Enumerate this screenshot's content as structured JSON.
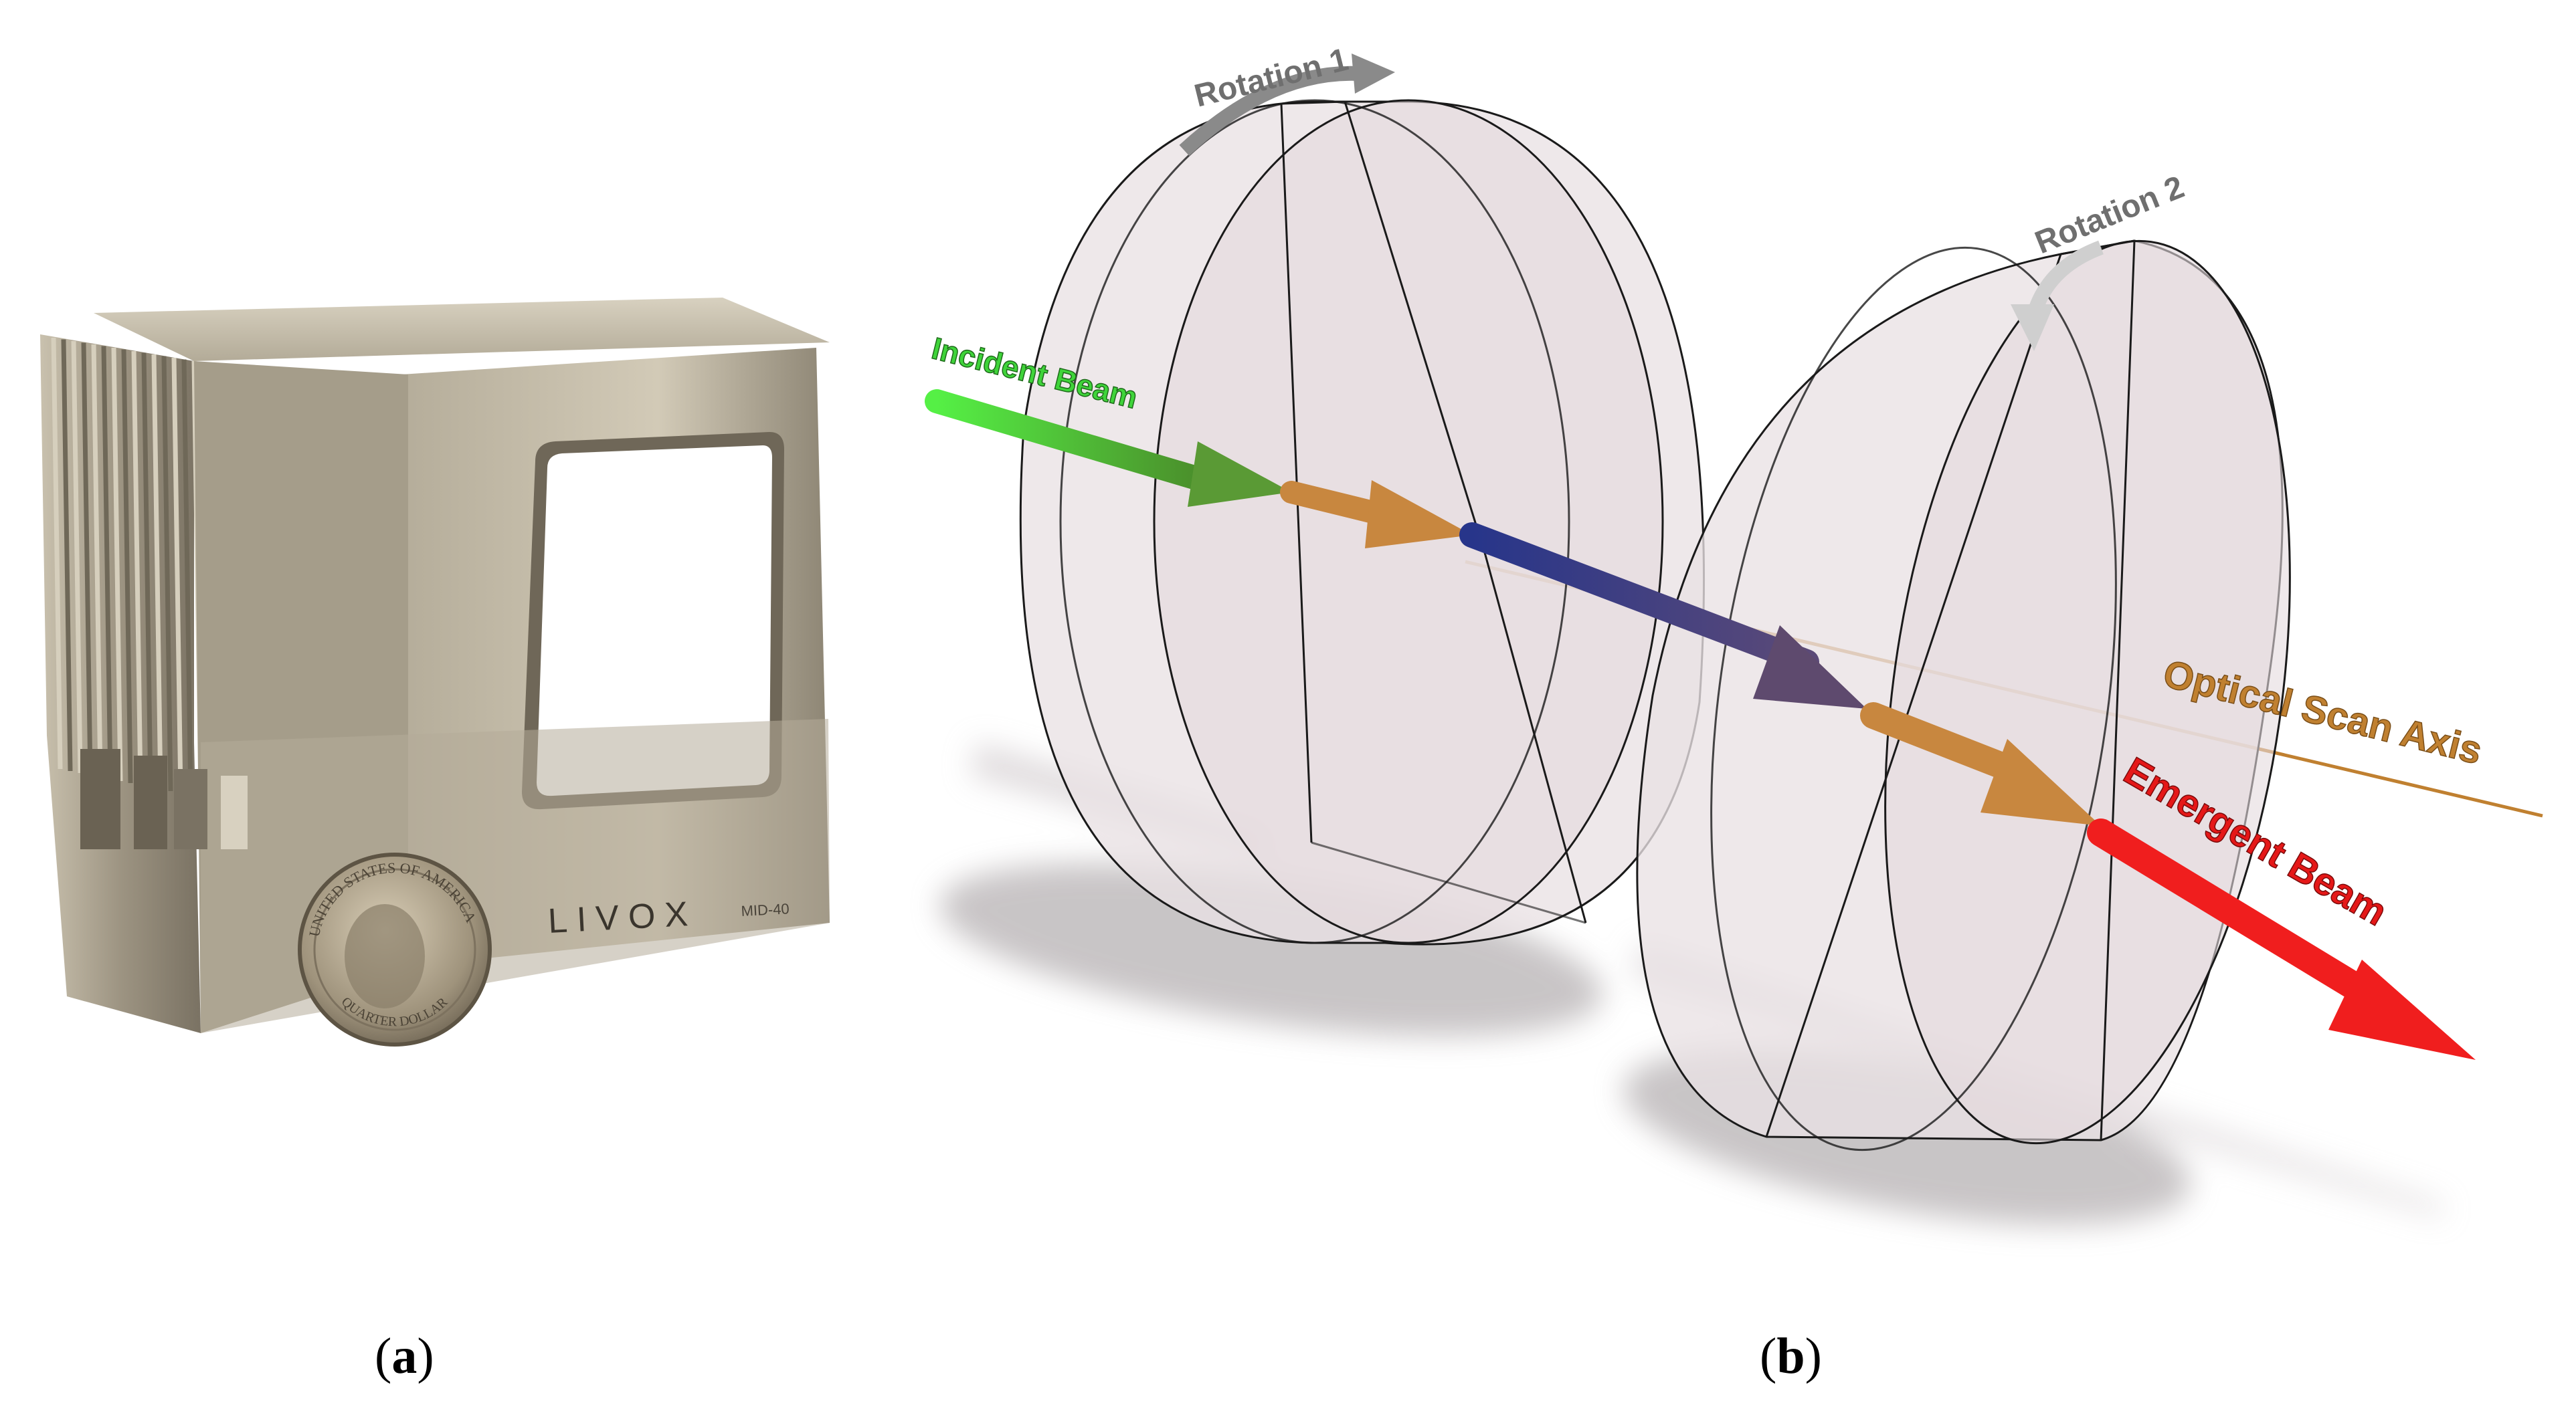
{
  "panel_a": {
    "device_brand": "LIVOX",
    "device_model": "MID-40",
    "coin_text": "UNITED STATES OF AMERICA",
    "coin_bottom_text": "QUARTER DOLLAR",
    "caption_open": "(",
    "caption_letter": "a",
    "caption_close": ")"
  },
  "panel_b": {
    "labels": {
      "rotation1": "Rotation 1",
      "rotation2": "Rotation 2",
      "incident": "Incident Beam",
      "axis": "Optical Scan Axis",
      "emergent": "Emergent Beam"
    },
    "caption_open": "(",
    "caption_letter": "b",
    "caption_close": ")"
  },
  "colors": {
    "incident": "#3fd43a",
    "orange": "#c8873f",
    "blue": "#2f3f93",
    "red": "#f01e1e",
    "axis": "#c08030",
    "prism": "#e9e1e4",
    "rotation_arrow": "#8a8a8a",
    "device_metal": "#a8a08e"
  }
}
